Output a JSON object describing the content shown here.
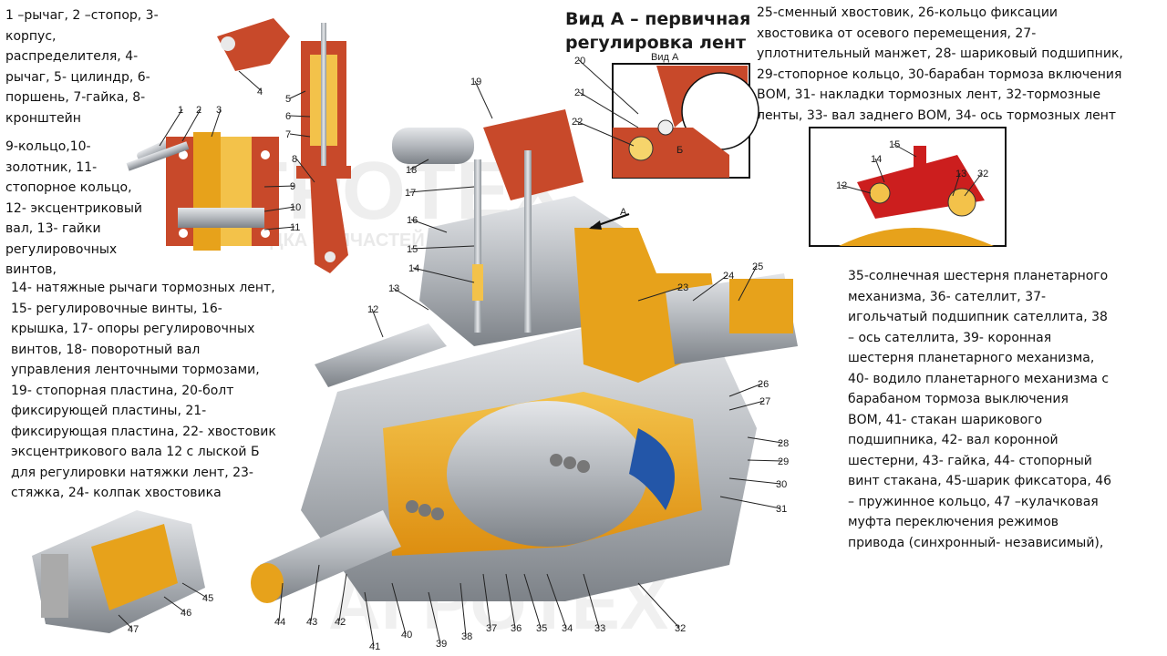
{
  "legend": {
    "block1": "1 –рычаг, 2 –стопор, 3-\nкорпус,\nраспределителя, 4-\nрычаг, 5- цилиндр, 6-\nпоршень, 7-гайка, 8-\nкронштейн",
    "block2": "9-кольцо,10-\nзолотник, 11-\nстопорное кольцо,\n12- эксцентриковый\nвал, 13- гайки\nрегулировочных\nвинтов,",
    "block3": "14- натяжные рычаги тормозных лент,\n15- регулировочные винты, 16-\nкрышка,  17- опоры регулировочных\nвинтов, 18- поворотный вал\nуправления ленточными тормозами,\n19- стопорная пластина, 20-болт\nфиксирующей пластины, 21-\nфиксирующая пластина, 22- хвостовик\nэксцентрикового вала 12 с лыской Б\nдля регулировки натяжки лент, 23-\nстяжка, 24- колпак хвостовика",
    "block4": "25-сменный хвостовик, 26-кольцо фиксации\nхвостовика от осевого перемещения, 27-\nуплотнительный манжет, 28- шариковый подшипник,\n29-стопорное кольцо, 30-барабан тормоза включения\nВОМ, 31- накладки тормозных лент, 32-тормозные\nленты, 33- вал заднего ВОМ, 34- ось тормозных лент",
    "block5": "35-солнечная шестерня планетарного\nмеханизма, 36- сателлит, 37-\nигольчатый подшипник сателлита, 38\n– ось сателлита, 39- коронная\nшестерня планетарного механизма,\n40- водило планетарного механизма с\nбарабаном тормоза выключения\nВОМ, 41- стакан шарикового\nподшипника, 42- вал коронной\nшестерни, 43- гайка, 44- стопорный\nвинт стакана, 45-шарик фиксатора, 46\n– пружинное кольцо, 47 –кулачковая\nмуфта переключения режимов\nпривода (синхронный- независимый),"
  },
  "view_a": {
    "title": "Вид А – первичная\nрегулировка лент",
    "inset_label": "Вид А",
    "letter_b": "Б",
    "letter_a": "А"
  },
  "watermark": {
    "brand": "АГРОТЕХ",
    "tagline": "РАЗВЕДКА ЗАПЧАСТЕЙ И СНАБЖЕНИЯ"
  },
  "labels": [
    {
      "id": "1",
      "text": "1"
    },
    {
      "id": "2",
      "text": "2"
    },
    {
      "id": "3",
      "text": "3"
    },
    {
      "id": "4",
      "text": "4"
    },
    {
      "id": "5",
      "text": "5"
    },
    {
      "id": "6",
      "text": "6"
    },
    {
      "id": "7",
      "text": "7"
    },
    {
      "id": "8",
      "text": "8"
    },
    {
      "id": "9",
      "text": "9"
    },
    {
      "id": "10",
      "text": "10"
    },
    {
      "id": "11",
      "text": "11"
    },
    {
      "id": "12",
      "text": "12"
    },
    {
      "id": "13",
      "text": "13"
    },
    {
      "id": "14",
      "text": "14"
    },
    {
      "id": "15",
      "text": "15"
    },
    {
      "id": "16",
      "text": "16"
    },
    {
      "id": "17",
      "text": "17"
    },
    {
      "id": "18",
      "text": "18"
    },
    {
      "id": "19",
      "text": "19"
    },
    {
      "id": "20",
      "text": "20"
    },
    {
      "id": "21",
      "text": "21"
    },
    {
      "id": "22",
      "text": "22"
    },
    {
      "id": "23",
      "text": "23"
    },
    {
      "id": "24",
      "text": "24"
    },
    {
      "id": "25",
      "text": "25"
    },
    {
      "id": "26",
      "text": "26"
    },
    {
      "id": "27",
      "text": "27"
    },
    {
      "id": "28",
      "text": "28"
    },
    {
      "id": "29",
      "text": "29"
    },
    {
      "id": "30",
      "text": "30"
    },
    {
      "id": "31",
      "text": "31"
    },
    {
      "id": "32",
      "text": "32"
    },
    {
      "id": "33",
      "text": "33"
    },
    {
      "id": "34",
      "text": "34"
    },
    {
      "id": "35",
      "text": "35"
    },
    {
      "id": "36",
      "text": "36"
    },
    {
      "id": "37",
      "text": "37"
    },
    {
      "id": "38",
      "text": "38"
    },
    {
      "id": "39",
      "text": "39"
    },
    {
      "id": "40",
      "text": "40"
    },
    {
      "id": "41",
      "text": "41"
    },
    {
      "id": "42",
      "text": "42"
    },
    {
      "id": "43",
      "text": "43"
    },
    {
      "id": "44",
      "text": "44"
    },
    {
      "id": "45",
      "text": "45"
    },
    {
      "id": "46",
      "text": "46"
    },
    {
      "id": "47",
      "text": "47"
    },
    {
      "id": "i12",
      "text": "12"
    },
    {
      "id": "i13",
      "text": "13"
    },
    {
      "id": "i14",
      "text": "14"
    },
    {
      "id": "i15",
      "text": "15"
    },
    {
      "id": "i32",
      "text": "32"
    }
  ],
  "colors": {
    "orange": "#e7a21b",
    "rust": "#c8492a",
    "gray": "#b9bcc0",
    "dark": "#555a60",
    "watermark": "#cfcfcf"
  }
}
